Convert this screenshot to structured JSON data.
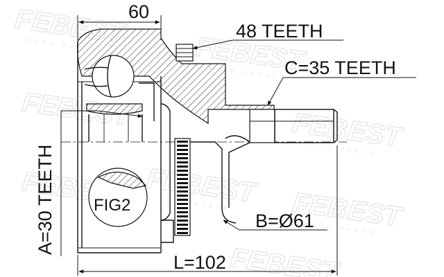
{
  "drawing": {
    "watermark_brand": "FEBEST",
    "watermark_sub": "AUTO PARTS",
    "labels": {
      "top_dimension": "60",
      "outer_teeth": "48 TEETH",
      "c_teeth": "C=35 TEETH",
      "a_teeth": "A=30 TEETH",
      "fig": "FIG2",
      "b_diameter": "B=Ø61",
      "length": "L=102"
    }
  }
}
